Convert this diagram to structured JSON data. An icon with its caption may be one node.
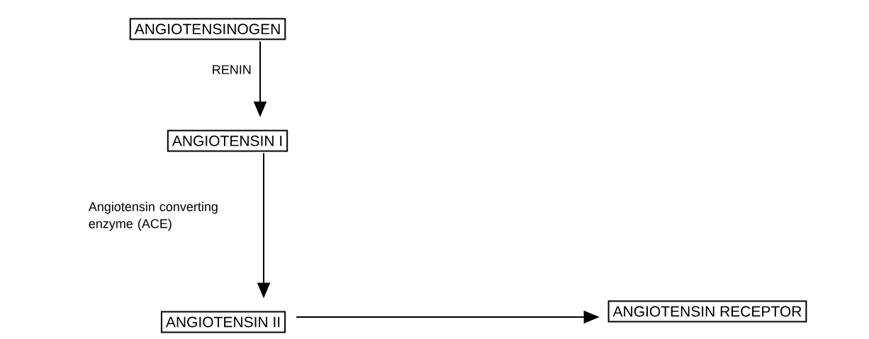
{
  "diagram": {
    "nodes": [
      {
        "text": [
          "ANGIOTENSINOGEN"
        ]
      },
      {
        "text": [
          "ANGIOTENSIN I"
        ]
      },
      {
        "text": [
          "ANGIOTENSIN II"
        ]
      },
      {
        "text": [
          "ANGIOTENSIN RECEPTOR"
        ]
      }
    ],
    "edges": [
      {
        "from": 0,
        "to": 1,
        "arrow": "to",
        "label": "RENIN"
      },
      {
        "from": 1,
        "to": 2,
        "arrow": "to",
        "label": "Angiotensin converting enzyme (ACE)"
      },
      {
        "from": 2,
        "to": 3,
        "arrow": "to"
      }
    ]
  }
}
